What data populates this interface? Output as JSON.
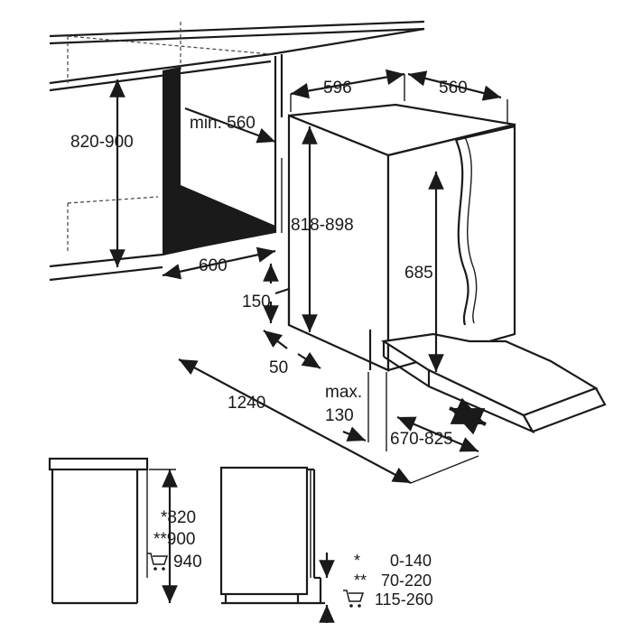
{
  "dimensions": {
    "cabinet_height": "820-900",
    "niche_depth_min": "min. 560",
    "niche_width": "600",
    "appliance_width": "596",
    "appliance_depth": "560",
    "appliance_height": "818-898",
    "door_height": "685",
    "plinth_gap": "150",
    "plinth_offset": "50",
    "overall_depth": "1240",
    "plinth_max_label": "max.",
    "plinth_max_value": "130",
    "door_swing": "670-825"
  },
  "side_view": {
    "height_1": "*820",
    "height_2": "**900",
    "height_3": "940",
    "legend": [
      {
        "mark": "*",
        "range": "0-140"
      },
      {
        "mark": "**",
        "range": "70-220"
      },
      {
        "mark": "cart",
        "range": "115-260"
      }
    ]
  }
}
